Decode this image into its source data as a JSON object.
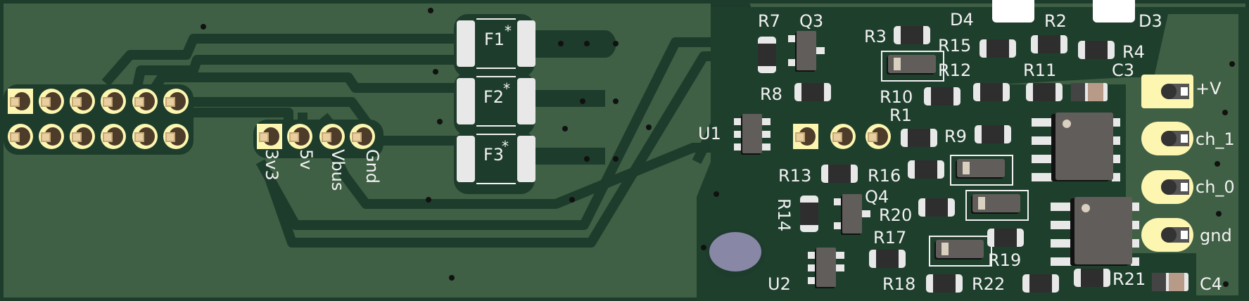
{
  "board": {
    "colors": {
      "soldermask": "#3f6044",
      "copper_trace": "#1d3c2c",
      "pad_gold": "#fdf6b0",
      "drill": "#4d3c2a",
      "silkscreen": "#f2f2f2",
      "smd_pad": "#e8e8e8",
      "ic_body": "#615d5b",
      "mount_hole": "#8888a6",
      "capacitor_body": "#b89a88"
    }
  },
  "labels": {
    "header_power": [
      "3v3",
      "5v",
      "Vbus",
      "Gnd"
    ],
    "fuses": [
      "F1",
      "F2",
      "F3"
    ],
    "fuse_mark": "*",
    "r7": "R7",
    "q3": "Q3",
    "r8": "R8",
    "u1": "U1",
    "r3": "R3",
    "r12": "R12",
    "r15": "R15",
    "r10": "R10",
    "r1": "R1",
    "r9": "R9",
    "d4": "D4",
    "r2": "R2",
    "d3": "D3",
    "r4": "R4",
    "r11": "R11",
    "c3": "C3",
    "r13": "R13",
    "r16": "R16",
    "q4": "Q4",
    "r14": "R14",
    "r20": "R20",
    "r17": "R17",
    "u2": "U2",
    "r18": "R18",
    "r22": "R22",
    "r19": "R19",
    "r21": "R21",
    "c4": "C4",
    "conn_v": "+V",
    "conn_ch1": "ch_1",
    "conn_ch0": "ch_0",
    "conn_gnd": "gnd"
  }
}
